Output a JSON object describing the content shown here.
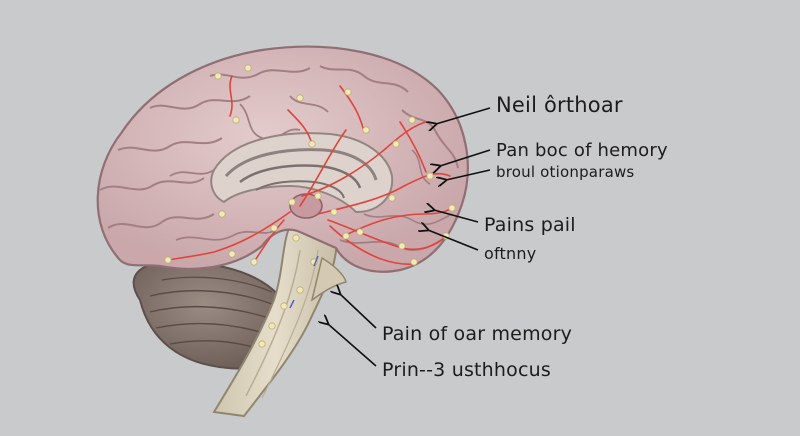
{
  "diagram": {
    "labels": [
      {
        "id": "neil-orthoar",
        "text": "Neil ôrthoar"
      },
      {
        "id": "pan-boc",
        "text": "Pan boc of hemory"
      },
      {
        "id": "broul",
        "text": "broul otionparaws"
      },
      {
        "id": "pains-pail",
        "text": "Pains pail"
      },
      {
        "id": "oftnny",
        "text": "oftnny"
      },
      {
        "id": "pain-of-oar",
        "text": "Pain of oar memory"
      },
      {
        "id": "prin-3",
        "text": "Prin--3 usthhocus"
      }
    ]
  },
  "colors": {
    "background": "#c9cacb",
    "cortex": "#d7bcbc",
    "cortex_fold": "#a17f84",
    "cerebellum": "#8a7b74",
    "brainstem": "#d8cfb9",
    "pathway": "#e0443d",
    "node": "#f2e9b4",
    "arrow": "#111111"
  }
}
